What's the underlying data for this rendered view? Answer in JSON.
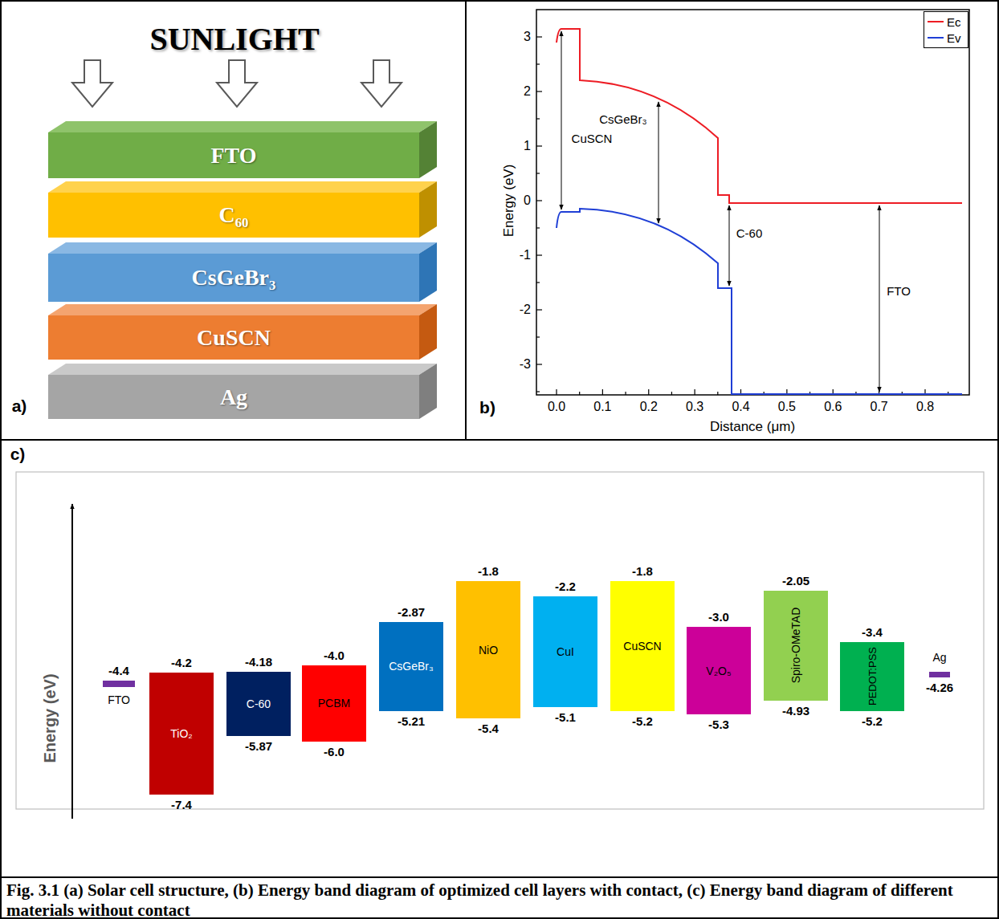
{
  "diagram": {
    "caption": "Fig. 3.1 (a) Solar cell structure, (b) Energy band diagram of optimized cell layers with contact, (c) Energy band diagram of different materials without contact",
    "nodes": [
      {
        "text": [
          "FTO"
        ]
      },
      {
        "text": [
          "C₆₀"
        ]
      },
      {
        "text": [
          "CsGeBr₃"
        ]
      },
      {
        "text": [
          "CuSCN"
        ]
      },
      {
        "text": [
          "Ag"
        ]
      },
      {
        "text": [
          "-4.4",
          "FTO"
        ]
      },
      {
        "text": [
          "-4.2",
          "TiO₂",
          "-7.4"
        ]
      },
      {
        "text": [
          "-4.18",
          "C-60",
          "-5.87"
        ]
      },
      {
        "text": [
          "-4.0",
          "PCBM",
          "-6.0"
        ]
      },
      {
        "text": [
          "-2.87",
          "CsGeBr₃",
          "-5.21"
        ]
      },
      {
        "text": [
          "-1.8",
          "NiO",
          "-5.4"
        ]
      },
      {
        "text": [
          "-2.2",
          "CuI",
          "-5.1"
        ]
      },
      {
        "text": [
          "-1.8",
          "CuSCN",
          "-5.2"
        ]
      },
      {
        "text": [
          "-3.0",
          "V₂O₅",
          "-5.3"
        ]
      },
      {
        "text": [
          "-2.05",
          "Spiro-OMeTAD",
          "-4.93"
        ]
      },
      {
        "text": [
          "-3.4",
          "PEDOT:PSS",
          "-5.2"
        ]
      },
      {
        "text": [
          "Ag",
          "-4.26"
        ]
      }
    ],
    "labels": [
      "SUNLIGHT",
      "a)",
      "b)",
      "c)",
      "3",
      "2",
      "1",
      "0",
      "-1",
      "-2",
      "-3",
      "0.0",
      "0.1",
      "0.2",
      "0.3",
      "0.4",
      "0.5",
      "0.6",
      "0.7",
      "0.8",
      "Energy (eV)",
      "Distance (μm)",
      "CuSCN",
      "CsGeBr₃",
      "C-60",
      "FTO",
      "Energy (eV)"
    ],
    "legend": [
      {
        "text": "Ec"
      },
      {
        "text": "Ev"
      }
    ]
  }
}
